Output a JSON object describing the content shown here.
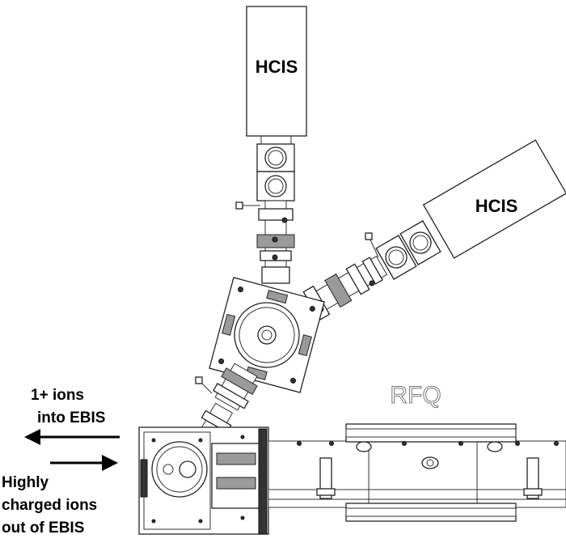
{
  "labels": {
    "hcis_top": "HCIS",
    "hcis_right": "HCIS",
    "rfq": "RFQ",
    "ions_in_line1": "1+ ions",
    "ions_in_line2": "into EBIS",
    "ions_out_line1": "Highly",
    "ions_out_line2": "charged ions",
    "ions_out_line3": "out of EBIS"
  },
  "colors": {
    "background": "#ffffff",
    "line": "#222222",
    "text": "#000000",
    "rfq_text": "#777777"
  }
}
